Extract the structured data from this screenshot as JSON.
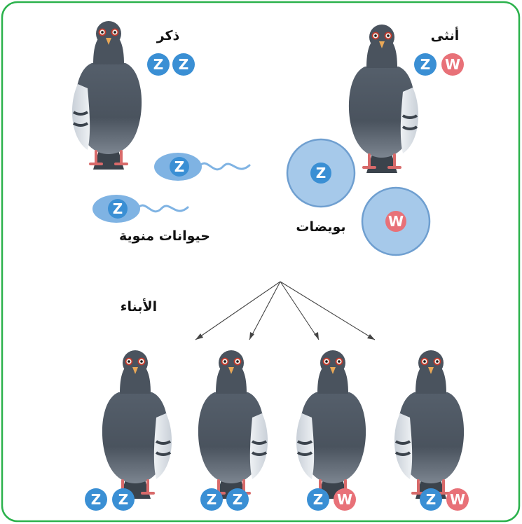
{
  "labels": {
    "male": "ذكر",
    "female": "أنثى",
    "sperm": "حيوانات منوية",
    "eggs": "بويضات",
    "offspring": "الأبناء"
  },
  "chromosomes": {
    "male": [
      "Z",
      "Z"
    ],
    "female": [
      "Z",
      "W"
    ],
    "sperm": [
      "Z",
      "Z"
    ],
    "eggs": [
      "Z",
      "W"
    ],
    "offspring": [
      [
        "Z",
        "Z"
      ],
      [
        "Z",
        "Z"
      ],
      [
        "Z",
        "W"
      ],
      [
        "Z",
        "W"
      ]
    ]
  },
  "colors": {
    "frame": "#2bb24c",
    "chromosome_z": "#3a8fd4",
    "chromosome_w": "#e87178",
    "egg": "#a6c9ea",
    "sperm": "#7fb3e3",
    "pigeon_body": "#505a66"
  }
}
